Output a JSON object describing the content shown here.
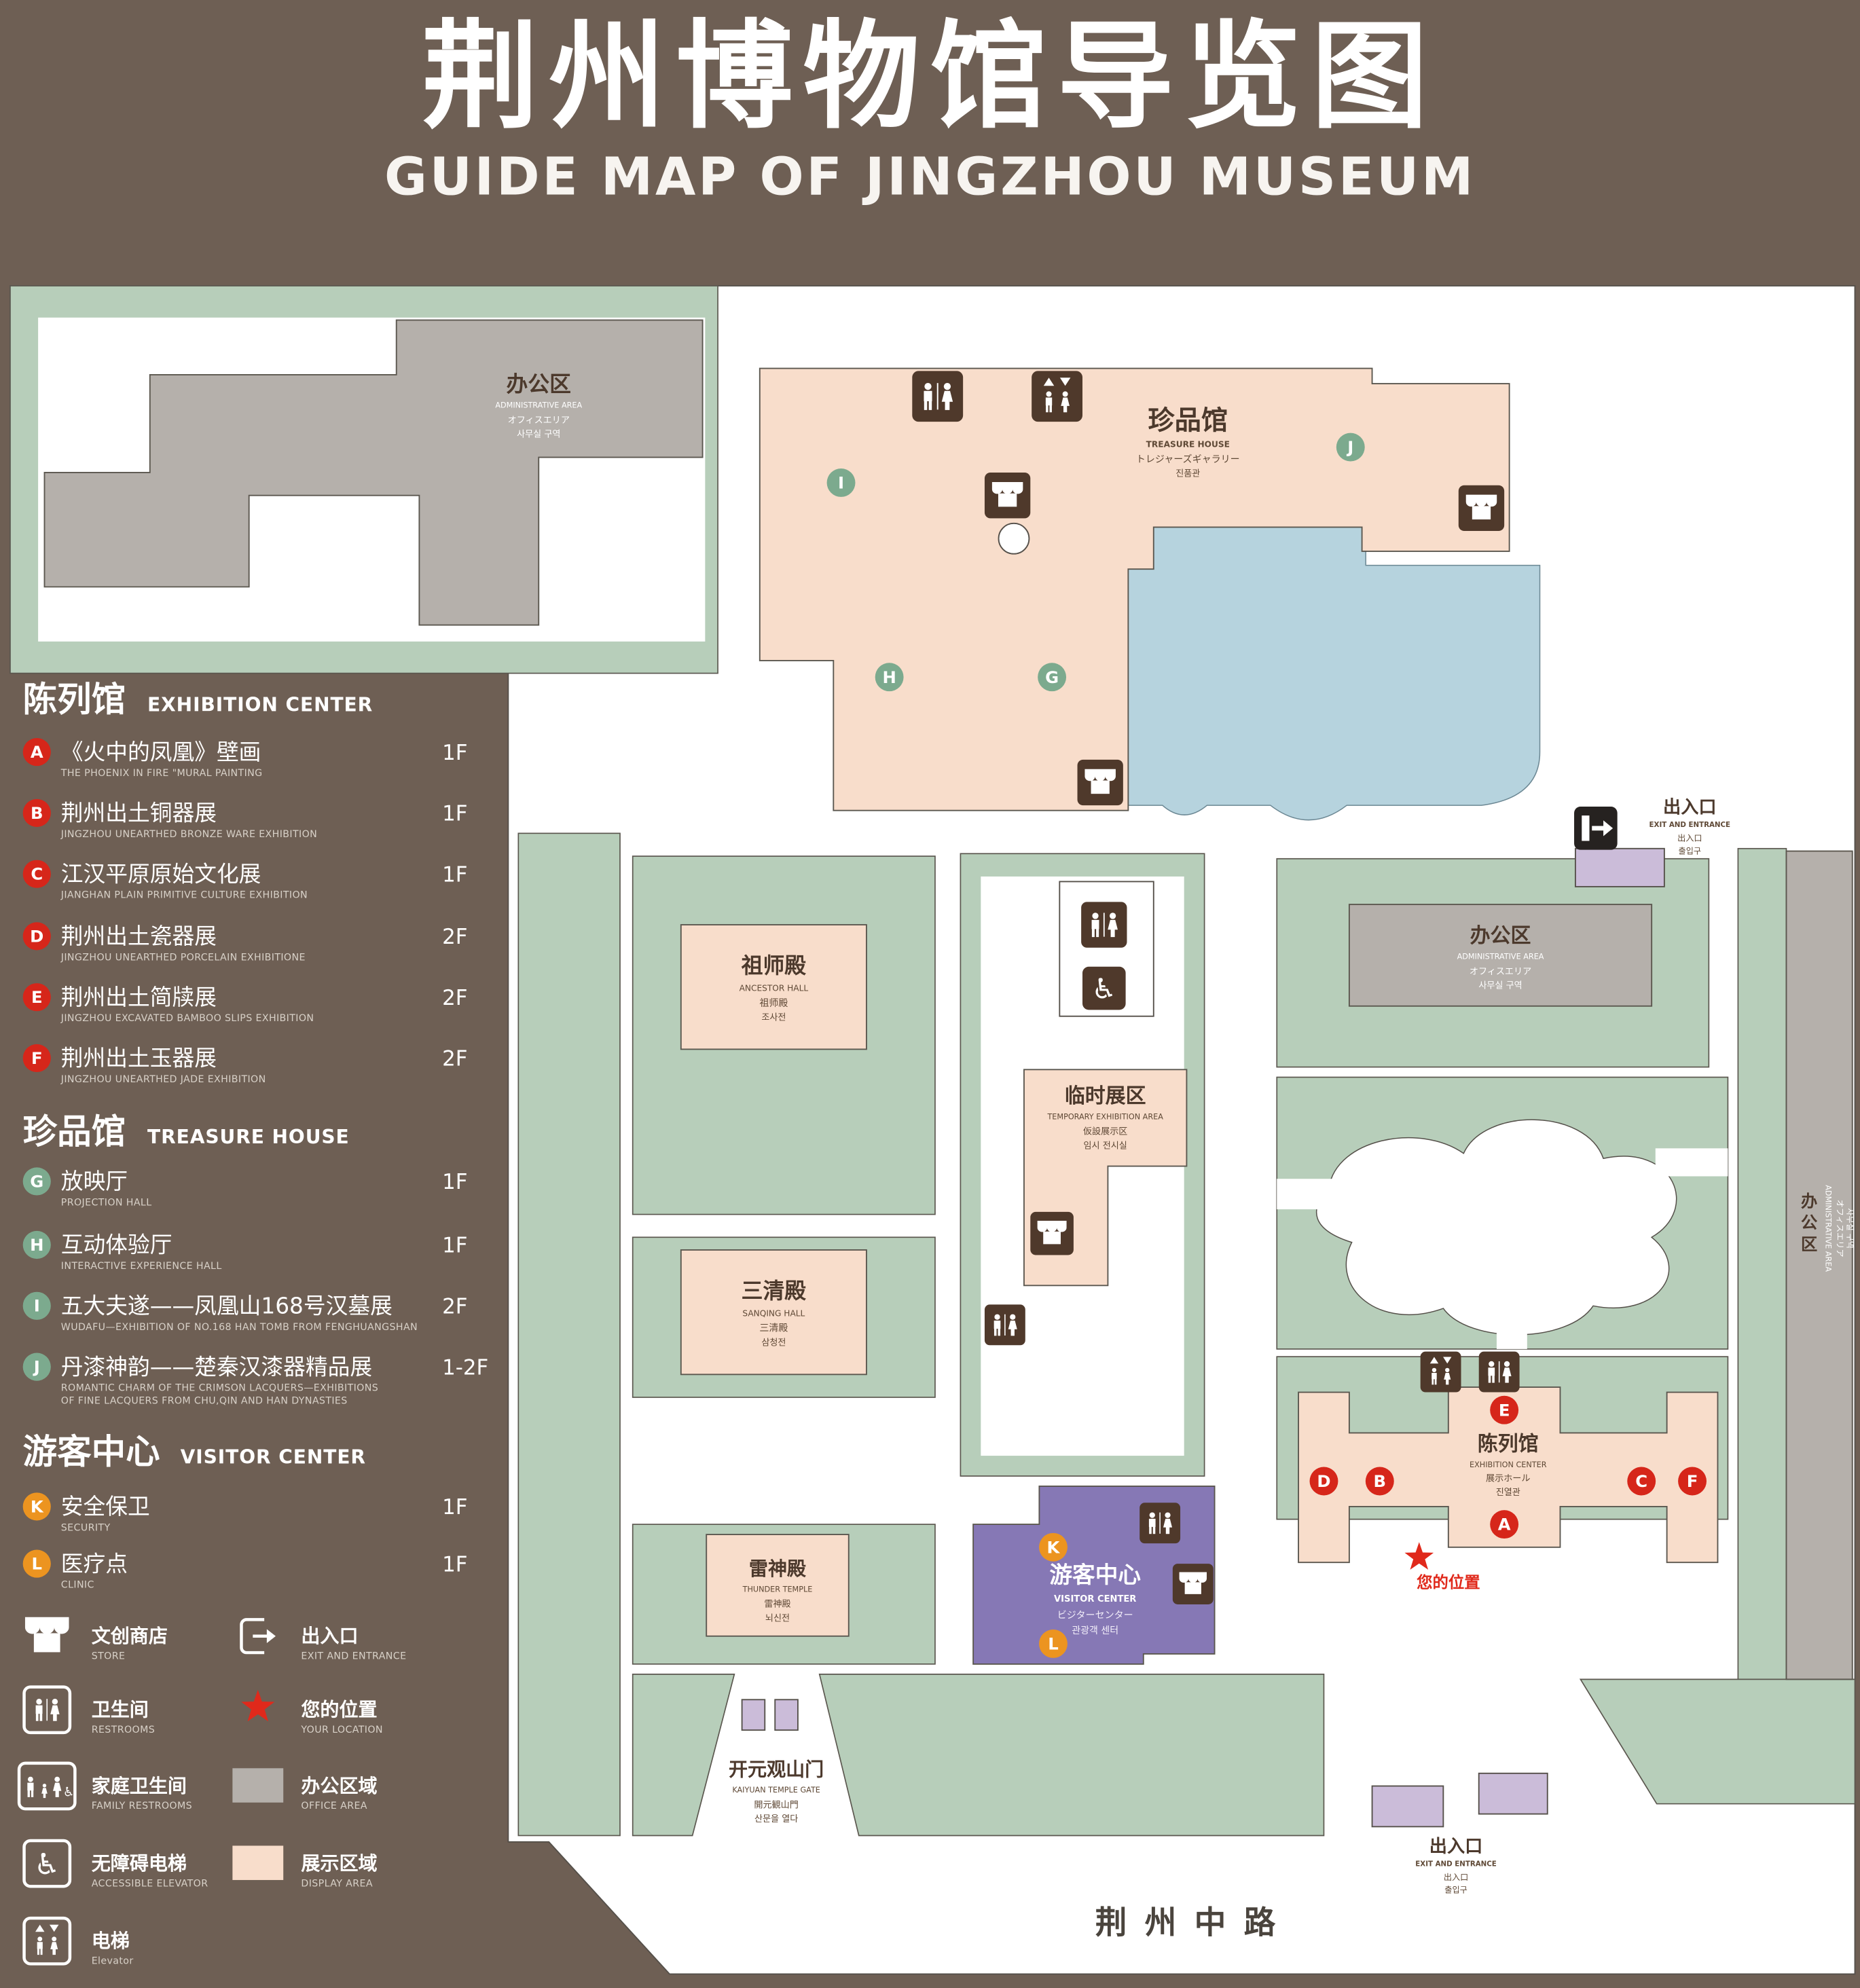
{
  "header": {
    "title_zh": "荆州博物馆导览图",
    "title_en": "GUIDE MAP OF JINGZHOU MUSEUM"
  },
  "legend": {
    "sections": [
      {
        "zh": "陈列馆",
        "en": "EXHIBITION CENTER",
        "items": [
          {
            "key": "A",
            "zh": "《火中的凤凰》壁画",
            "en": "THE PHOENIX IN FIRE \"MURAL PAINTING",
            "floor": "1F"
          },
          {
            "key": "B",
            "zh": "荆州出土铜器展",
            "en": "JINGZHOU UNEARTHED BRONZE WARE EXHIBITION",
            "floor": "1F"
          },
          {
            "key": "C",
            "zh": "江汉平原原始文化展",
            "en": "JIANGHAN PLAIN PRIMITIVE CULTURE EXHIBITION",
            "floor": "1F"
          },
          {
            "key": "D",
            "zh": "荆州出土瓷器展",
            "en": "JINGZHOU UNEARTHED PORCELAIN EXHIBITIONE",
            "floor": "2F"
          },
          {
            "key": "E",
            "zh": "荆州出土简牍展",
            "en": "JINGZHOU EXCAVATED BAMBOO SLIPS EXHIBITION",
            "floor": "2F"
          },
          {
            "key": "F",
            "zh": "荆州出土玉器展",
            "en": "JINGZHOU UNEARTHED JADE EXHIBITION",
            "floor": "2F"
          }
        ]
      },
      {
        "zh": "珍品馆",
        "en": "TREASURE HOUSE",
        "items": [
          {
            "key": "G",
            "zh": "放映厅",
            "en": "PROJECTION HALL",
            "floor": "1F"
          },
          {
            "key": "H",
            "zh": "互动体验厅",
            "en": "INTERACTIVE EXPERIENCE HALL",
            "floor": "1F"
          },
          {
            "key": "I",
            "zh": "五大夫遂——凤凰山168号汉墓展",
            "en": "WUDAFU—EXHIBITION OF NO.168 HAN TOMB FROM FENGHUANGSHAN",
            "floor": "2F"
          },
          {
            "key": "J",
            "zh": "丹漆神韵——楚秦汉漆器精品展",
            "en": "ROMANTIC CHARM OF THE CRIMSON LACQUERS—EXHIBITIONS",
            "en2": "OF FINE LACQUERS FROM CHU,QIN AND HAN DYNASTIES",
            "floor": "1-2F"
          }
        ]
      },
      {
        "zh": "游客中心",
        "en": "VISITOR CENTER",
        "items": [
          {
            "key": "K",
            "zh": "安全保卫",
            "en": "SECURITY",
            "floor": "1F"
          },
          {
            "key": "L",
            "zh": "医疗点",
            "en": "CLINIC",
            "floor": "1F"
          }
        ]
      }
    ],
    "symbols": [
      {
        "icon": "store-icon",
        "zh": "文创商店",
        "en": "STORE"
      },
      {
        "icon": "exit-icon",
        "zh": "出入口",
        "en": "EXIT AND ENTRANCE"
      },
      {
        "icon": "restroom-icon",
        "zh": "卫生间",
        "en": "RESTROOMS"
      },
      {
        "icon": "location-star-icon",
        "zh": "您的位置",
        "en": "YOUR LOCATION"
      },
      {
        "icon": "family-restroom-icon",
        "zh": "家庭卫生间",
        "en": "FAMILY RESTROOMS"
      },
      {
        "icon": "office-area-swatch",
        "zh": "办公区域",
        "en": "OFFICE AREA"
      },
      {
        "icon": "accessible-elevator-icon",
        "zh": "无障碍电梯",
        "en": "ACCESSIBLE ELEVATOR"
      },
      {
        "icon": "display-area-swatch",
        "zh": "展示区域",
        "en": "DISPLAY AREA"
      },
      {
        "icon": "elevator-icon",
        "zh": "电梯",
        "en": "Elevator"
      }
    ]
  },
  "map": {
    "admin_top": {
      "zh": "办公区",
      "en": "ADMINISTRATIVE AREA",
      "ja": "オフィスエリア",
      "ko": "사무실 구역"
    },
    "treasure": {
      "zh": "珍品馆",
      "en": "TREASURE HOUSE",
      "ja": "トレジャーズギャラリー",
      "ko": "진품관"
    },
    "admin_right": {
      "zh": "办公区",
      "en": "ADMINISTRATIVE AREA",
      "ja": "オフィスエリア",
      "ko": "사무실 구역"
    },
    "admin_east": {
      "zh_chars": [
        "办",
        "公",
        "区"
      ],
      "en": "ADMINISTRATIVE AREA",
      "ja": "オフィスエリア",
      "ko": "사무실 구역"
    },
    "ancestor": {
      "zh": "祖师殿",
      "en": "ANCESTOR HALL",
      "ja": "祖师殿",
      "ko": "조사전"
    },
    "sanqing": {
      "zh": "三清殿",
      "en": "SANQING HALL",
      "ja": "三清殿",
      "ko": "삼청전"
    },
    "thunder": {
      "zh": "雷神殿",
      "en": "THUNDER TEMPLE",
      "ja": "雷神殿",
      "ko": "뇌신전"
    },
    "temporary": {
      "zh": "临时展区",
      "en": "TEMPORARY EXHIBITION AREA",
      "ja": "仮設展示区",
      "ko": "임시 전시실"
    },
    "visitor": {
      "zh": "游客中心",
      "en": "VISITOR CENTER",
      "ja": "ビジターセンター",
      "ko": "관광객 센터"
    },
    "exhibition": {
      "zh": "陈列馆",
      "en": "EXHIBITION CENTER",
      "ja": "展示ホール",
      "ko": "진열관"
    },
    "gate": {
      "zh": "开元观山门",
      "en": "KAIYUAN TEMPLE GATE",
      "ja": "開元観山門",
      "ko": "산문을 열다"
    },
    "exit_top": {
      "zh": "出入口",
      "en": "EXIT AND ENTRANCE",
      "ja": "出入口",
      "ko": "출입구"
    },
    "exit_bottom": {
      "zh": "出入口",
      "en": "EXIT AND ENTRANCE",
      "ja": "出入口",
      "ko": "출입구"
    },
    "road": {
      "zh": "荆州中路"
    },
    "your_location": {
      "zh": "您的位置"
    }
  },
  "icons": {
    "wheelchair": "♿"
  },
  "colors": {
    "background": "#6e5f54",
    "landscape_green": "#b7ceba",
    "display_area_pink": "#f8ddcb",
    "office_gray": "#b5b0ab",
    "water_blue": "#b6d3de",
    "visitor_purple": "#8678b5",
    "entrance_lavender": "#cbbcd9",
    "marker_red": "#d6261a",
    "marker_green": "#7caa8e",
    "marker_orange": "#ec9420",
    "icon_brown": "#4f392b",
    "location_red": "#e0291b"
  }
}
